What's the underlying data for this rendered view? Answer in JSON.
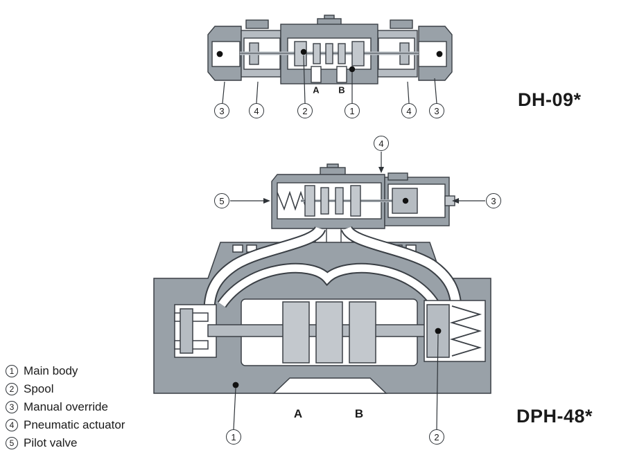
{
  "titles": {
    "top": "DH-09*",
    "bottom": "DPH-48*"
  },
  "colors": {
    "body_gray": "#99a1a8",
    "light_gray": "#c3c8cd",
    "outline": "#3a3f45",
    "channel_white": "#ffffff",
    "text": "#1a1a1a"
  },
  "top_valve": {
    "ports": {
      "a": "A",
      "b": "B"
    },
    "callouts": [
      "3",
      "4",
      "2",
      "1",
      "4",
      "3"
    ]
  },
  "bottom_valve": {
    "ports": {
      "a": "A",
      "b": "B"
    },
    "callouts": {
      "pilot_top": "4",
      "pilot_left": "5",
      "pilot_right": "3",
      "main_left": "1",
      "main_right": "2"
    }
  },
  "legend": {
    "items": [
      {
        "num": "1",
        "label": "Main body"
      },
      {
        "num": "2",
        "label": "Spool"
      },
      {
        "num": "3",
        "label": "Manual override"
      },
      {
        "num": "4",
        "label": "Pneumatic actuator"
      },
      {
        "num": "5",
        "label": "Pilot valve"
      }
    ]
  }
}
